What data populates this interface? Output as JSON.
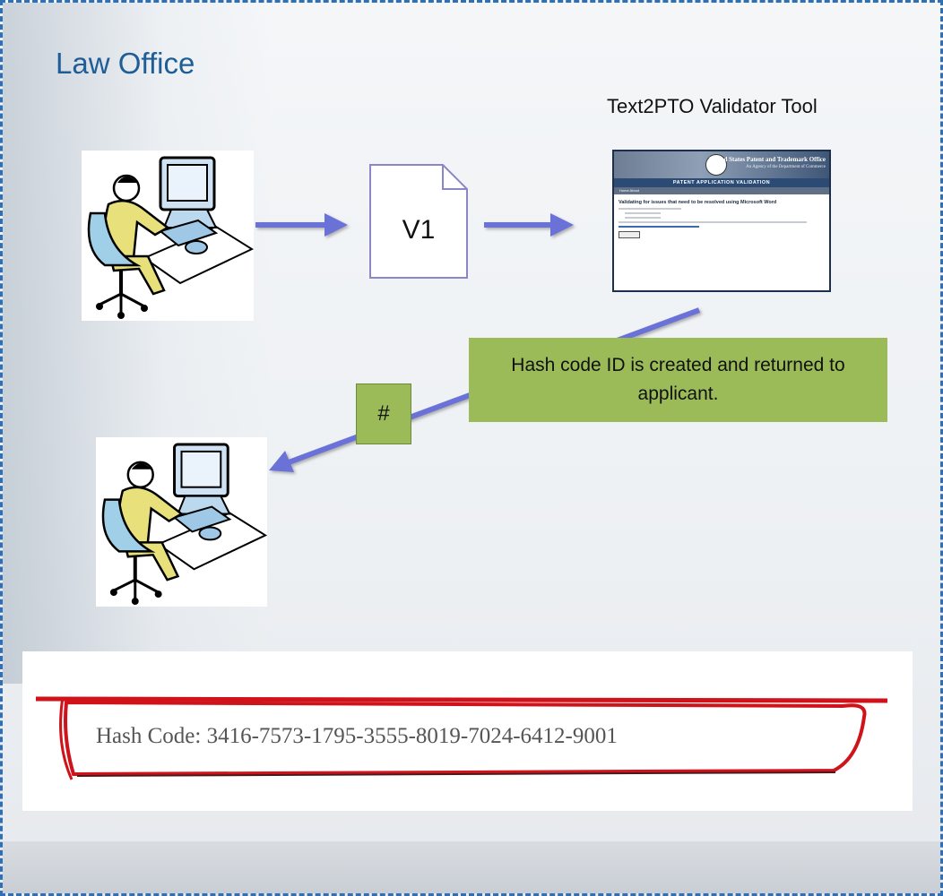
{
  "title": "Law Office",
  "tool_title": "Text2PTO Validator Tool",
  "document_label": "V1",
  "callout_text": "Hash code ID is created and returned to applicant.",
  "hash_symbol": "#",
  "hash_code_text": "Hash Code: 3416-7573-1795-3555-8019-7024-6412-9001",
  "screenshot": {
    "org_name": "United States Patent and Trademark Office",
    "org_sub": "An Agency of the Department of Commerce",
    "banner": "PATENT APPLICATION VALIDATION",
    "nav": "Home   About",
    "heading": "Validating for issues that need to be resolved using Microsoft Word"
  },
  "colors": {
    "title": "#1f5d97",
    "callout_fill": "#9bbb59",
    "arrow": "#6b72d8",
    "frame_border": "#2f6fb5",
    "hash_border": "#d0131a"
  },
  "icons": [
    "person-at-computer-icon",
    "document-icon",
    "validator-screenshot"
  ]
}
